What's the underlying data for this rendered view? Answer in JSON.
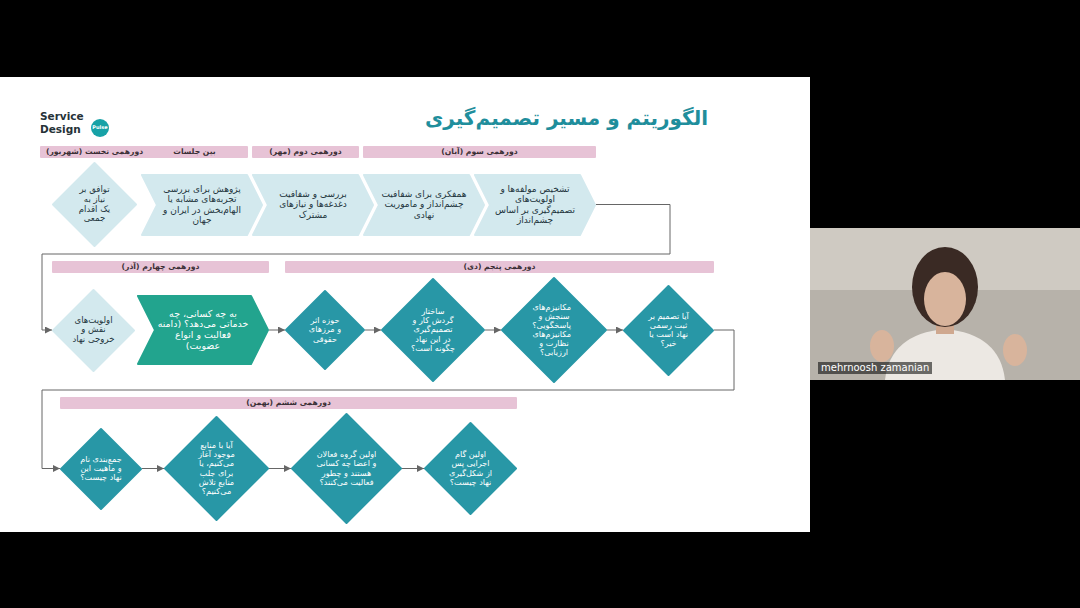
{
  "diagram": {
    "title": "الگوریتم و مسیر تصمیم‌گیری",
    "nodes": [
      {
        "text": [
          "دورهمی نخست (شهریور)"
        ]
      },
      {
        "text": [
          "بین جلسات"
        ]
      },
      {
        "text": [
          "دورهمی دوم (مهر)"
        ]
      },
      {
        "text": [
          "دورهمی سوم (آبان)"
        ]
      },
      {
        "text": [
          "توافق بر نیاز به یک اقدام جمعی"
        ]
      },
      {
        "text": [
          "پژوهش برای بررسی تجربه‌های مشابه یا الهام‌بخش در ایران و جهان"
        ]
      },
      {
        "text": [
          "بررسی و شفافیت دغدغه‌ها و نیازهای مشترک"
        ]
      },
      {
        "text": [
          "همفکری برای شفافیت چشم‌انداز و ماموریت نهادی"
        ]
      },
      {
        "text": [
          "تشخیص مولفه‌ها و اولویت‌های تصمیم‌گیری بر اساس چشم‌انداز"
        ]
      },
      {
        "text": [
          "دورهمی چهارم (آذر)"
        ]
      },
      {
        "text": [
          "دورهمی پنجم (دی)"
        ]
      },
      {
        "text": [
          "اولویت‌های نقش و خروجی نهاد"
        ]
      },
      {
        "text": [
          "به چه کسانی، چه خدماتی می‌دهد؟ (دامنه فعالیت و انواع عضویت)"
        ]
      },
      {
        "text": [
          "حوزه اثر و مرزهای حقوقی"
        ]
      },
      {
        "text": [
          "ساختار گردش کار و تصمیم‌گیری در این نهاد چگونه است؟"
        ]
      },
      {
        "text": [
          "مکانیزم‌های سنجش و پاسخگویی؟ مکانیزم‌های نظارت و ارزیابی؟"
        ]
      },
      {
        "text": [
          "آیا تصمیم بر ثبت رسمی نهاد است یا خیر؟"
        ]
      },
      {
        "text": [
          "دورهمی ششم (بهمن)"
        ]
      },
      {
        "text": [
          "جمع‌بندی نام و ماهیت این نهاد چیست؟"
        ]
      },
      {
        "text": [
          "آیا با منابع موجود آغاز می‌کنیم، یا برای جلب منابع تلاش می‌کنیم؟"
        ]
      },
      {
        "text": [
          "اولین گروه فعالان و اعضا چه کسانی هستند و چطور فعالیت می‌کنند؟"
        ]
      },
      {
        "text": [
          "اولین گام اجرایی پس از شکل‌گیری نهاد چیست؟"
        ]
      }
    ],
    "edges": [
      {
        "from": 8,
        "to": 11,
        "arrow": "to"
      },
      {
        "from": 12,
        "to": 13,
        "arrow": "to"
      },
      {
        "from": 13,
        "to": 14,
        "arrow": "to"
      },
      {
        "from": 14,
        "to": 15,
        "arrow": "to"
      },
      {
        "from": 15,
        "to": 16,
        "arrow": "to"
      },
      {
        "from": 16,
        "to": 18,
        "arrow": "to"
      },
      {
        "from": 18,
        "to": 19,
        "arrow": "to"
      },
      {
        "from": 19,
        "to": 20,
        "arrow": "to"
      },
      {
        "from": 20,
        "to": 21,
        "arrow": "to"
      }
    ],
    "labels": [
      "Service",
      "Design",
      "Pulse",
      "mehrnoosh zamanian"
    ]
  }
}
